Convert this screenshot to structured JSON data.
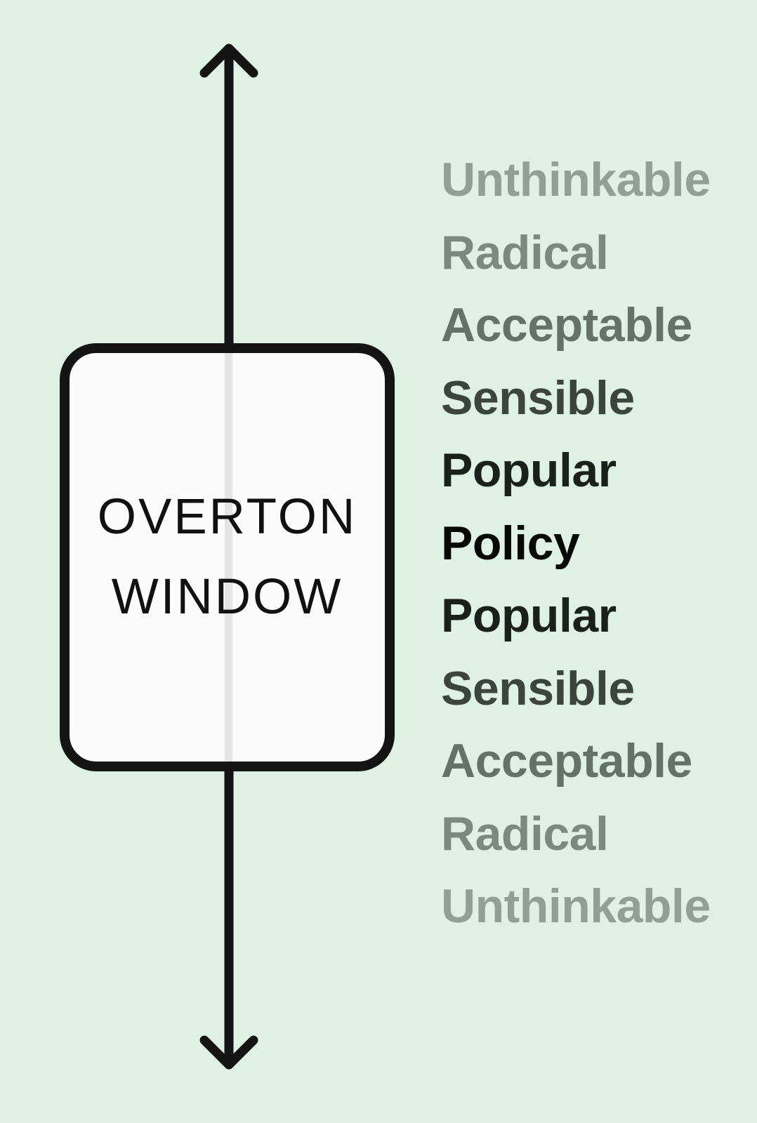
{
  "title": "Overton Window diagram",
  "background_color": "#dff0e4",
  "arrow": {
    "name": "political-viability-axis",
    "color": "#141414"
  },
  "window_box": {
    "line1": "OVERTON",
    "line2": "WINDOW",
    "fill": "#fbfbfb",
    "border_color": "#141414",
    "text_color": "#111111",
    "seam_color": "#e4e4e4"
  },
  "scale": {
    "labels": [
      {
        "text": "Unthinkable",
        "color": "#91a094"
      },
      {
        "text": "Radical",
        "color": "#7b8a7e"
      },
      {
        "text": "Acceptable",
        "color": "#657268"
      },
      {
        "text": "Sensible",
        "color": "#3b453d"
      },
      {
        "text": "Popular",
        "color": "#1a201b"
      },
      {
        "text": "Policy",
        "color": "#070907"
      },
      {
        "text": "Popular",
        "color": "#1a201b"
      },
      {
        "text": "Sensible",
        "color": "#3b453d"
      },
      {
        "text": "Acceptable",
        "color": "#657268"
      },
      {
        "text": "Radical",
        "color": "#7b8a7e"
      },
      {
        "text": "Unthinkable",
        "color": "#91a094"
      }
    ]
  }
}
